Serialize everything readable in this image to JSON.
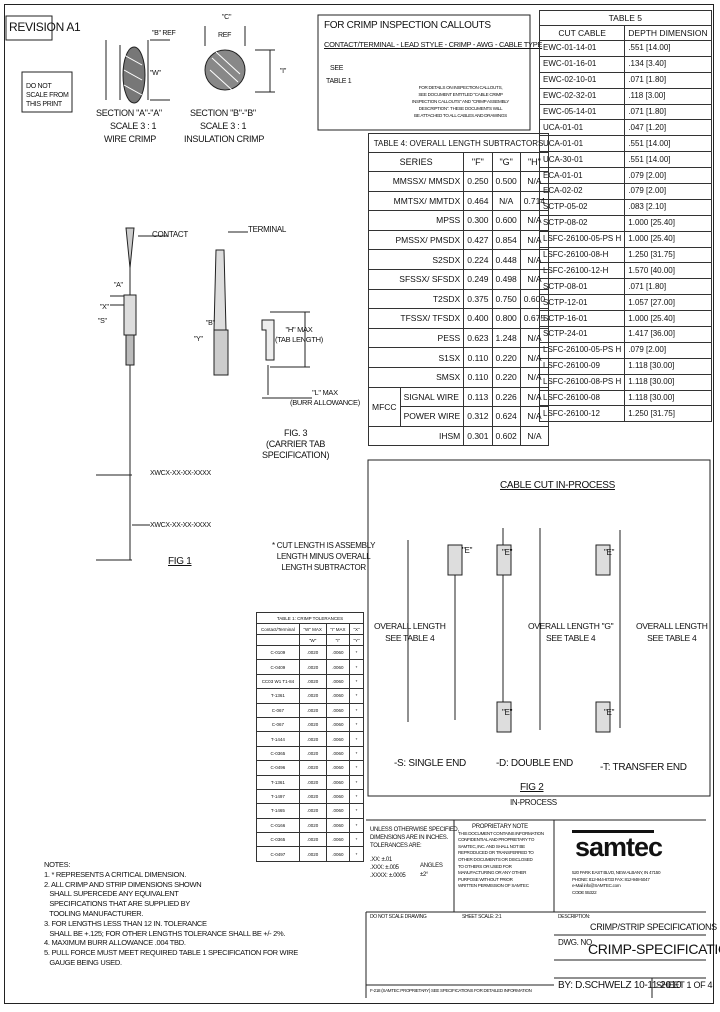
{
  "revision_label": "REVISION A1",
  "do_not_scale": [
    "DO NOT",
    "SCALE FROM",
    "THIS PRINT"
  ],
  "section_a": {
    "ref": "\"B\" REF",
    "w": "\"W\"",
    "title": "SECTION \"A\"-\"A\"",
    "scale": "SCALE 3 : 1",
    "caption": "WIRE CRIMP"
  },
  "section_b": {
    "ref_top": "\"C\"",
    "ref_label": "REF",
    "i": "\"I\"",
    "title": "SECTION \"B\"-\"B\"",
    "scale": "SCALE 3 : 1",
    "caption": "INSULATION CRIMP"
  },
  "callouts": {
    "title": "FOR CRIMP INSPECTION CALLOUTS",
    "format": "CONTACT/TERMINAL - LEAD STYLE - CRIMP - AWG - CABLE TYPE",
    "see": "SEE",
    "table_ref": "TABLE 1",
    "note": [
      "FOR DETAILS ON INSPECTION CALLOUTS,",
      "SEE DOCUMENT ENTITLED \"CABLE CRIMP",
      "INSPECTION CALLOUTS\" AND \"CRIMP ASSEMBLY",
      "DESCRIPTION\". THESE DOCUMENTS WILL",
      "BE ATTACHED TO ALL CABLES AND DRAWINGS"
    ]
  },
  "table5": {
    "title": "TABLE 5",
    "headers": [
      "CUT CABLE",
      "DEPTH DIMENSION"
    ],
    "rows": [
      [
        "EWC-01-14-01",
        ".551 [14.00]"
      ],
      [
        "EWC-01-16-01",
        ".134 [3.40]"
      ],
      [
        "EWC-02-10-01",
        ".071 [1.80]"
      ],
      [
        "EWC-02-32-01",
        ".118 [3.00]"
      ],
      [
        "EWC-05-14-01",
        ".071 [1.80]"
      ],
      [
        "UCA-01-01",
        ".047 [1.20]"
      ],
      [
        "UCA-01-01",
        ".551 [14.00]"
      ],
      [
        "UCA-30-01",
        ".551 [14.00]"
      ],
      [
        "ECA-01-01",
        ".079 [2.00]"
      ],
      [
        "ECA-02-02",
        ".079 [2.00]"
      ],
      [
        "SCTP-05-02",
        ".083 [2.10]"
      ],
      [
        "SCTP-08-02",
        "1.000 [25.40]"
      ],
      [
        "LSFC-26100-05-PS H",
        "1.000 [25.40]"
      ],
      [
        "LSFC-26100-08-H",
        "1.250 [31.75]"
      ],
      [
        "LSFC-26100-12-H",
        "1.570 [40.00]"
      ],
      [
        "SCTP-08-01",
        ".071 [1.80]"
      ],
      [
        "SCTP-12-01",
        "1.057 [27.00]"
      ],
      [
        "SCTP-16-01",
        "1.000 [25.40]"
      ],
      [
        "SCTP-24-01",
        "1.417 [36.00]"
      ],
      [
        "LSFC-26100-05-PS H",
        ".079 [2.00]"
      ],
      [
        "LSFC-26100-09",
        "1.118 [30.00]"
      ],
      [
        "LSFC-26100-08-PS H",
        "1.118 [30.00]"
      ],
      [
        "LSFC-26100-08",
        "1.118 [30.00]"
      ],
      [
        "LSFC-26100-12",
        "1.250 [31.75]"
      ]
    ]
  },
  "table4": {
    "title": "TABLE 4: OVERALL LENGTH SUBTRACTORS",
    "headers": [
      "SERIES",
      "\"F\"",
      "\"G\"",
      "\"H\""
    ],
    "rows": [
      [
        "MMSSX/ MMSDX",
        "0.250",
        "0.500",
        "N/A"
      ],
      [
        "MMTSX/ MMTDX",
        "0.464",
        "N/A",
        "0.714"
      ],
      [
        "MPSS",
        "0.300",
        "0.600",
        "N/A"
      ],
      [
        "PMSSX/ PMSDX",
        "0.427",
        "0.854",
        "N/A"
      ],
      [
        "S2SDX",
        "0.224",
        "0.448",
        "N/A"
      ],
      [
        "SFSSX/ SFSDX",
        "0.249",
        "0.498",
        "N/A"
      ],
      [
        "T2SDX",
        "0.375",
        "0.750",
        "0.600"
      ],
      [
        "TFSSX/ TFSDX",
        "0.400",
        "0.800",
        "0.675"
      ],
      [
        "PESS",
        "0.623",
        "1.248",
        "N/A"
      ],
      [
        "S1SX",
        "0.110",
        "0.220",
        "N/A"
      ],
      [
        "SMSX",
        "0.110",
        "0.220",
        "N/A"
      ]
    ],
    "mfcc_label": "MFCC",
    "mfcc_rows": [
      [
        "SIGNAL WIRE",
        "0.113",
        "0.226",
        "N/A"
      ],
      [
        "POWER WIRE",
        "0.312",
        "0.624",
        "N/A"
      ]
    ],
    "last_row": [
      "IHSM",
      "0.301",
      "0.602",
      "N/A"
    ]
  },
  "fig1": {
    "contact": "CONTACT",
    "terminal": "TERMINAL",
    "a_label": "\"A\"",
    "b_label": "\"B\"",
    "x_label": "\"X\"",
    "s_label": "\"S\"",
    "y_label": "\"Y\"",
    "h_max": [
      "\"H\" MAX",
      "(TAB LENGTH)"
    ],
    "l_max": [
      "\"L\" MAX",
      "(BURR ALLOWANCE)"
    ],
    "fig3": [
      "FIG. 3",
      "(CARRIER TAB",
      "SPECIFICATION)"
    ],
    "part1": "XWCX-XX-XX-XXXX",
    "part2": "XWCX-XX-XX-XXXX",
    "title": "FIG 1"
  },
  "cut_note": [
    "* CUT LENGTH IS ASSEMBLY",
    "LENGTH MINUS OVERALL",
    "LENGTH SUBTRACTOR"
  ],
  "fig2": {
    "title": "CABLE CUT IN-PROCESS",
    "overall_f": [
      "OVERALL LENGTH",
      "SEE TABLE 4"
    ],
    "overall_g": [
      "OVERALL LENGTH \"G\"",
      "SEE TABLE 4"
    ],
    "overall_h": [
      "OVERALL LENGTH",
      "SEE TABLE 4"
    ],
    "e_label": "\"E\"",
    "single": "-S: SINGLE END",
    "double": "-D: DOUBLE END",
    "transfer": "-T: TRANSFER END",
    "fig": "FIG 2",
    "sub": "IN-PROCESS"
  },
  "crimp_table": {
    "title": "TABLE 1: CRIMP TOLERANCES",
    "headers": [
      "Contact/Terminal",
      "\"W\" MAX",
      "\"I\" MAX",
      "\"X\""
    ],
    "sub": [
      "",
      "\"W\"",
      "\"I\"",
      "\"Y\""
    ],
    "rows": [
      [
        "C-0109",
        ".0020",
        ".0060",
        "*"
      ],
      [
        "C-0409",
        ".0020",
        ".0060",
        "*"
      ],
      [
        "CC03 W1 T1-84",
        ".0020",
        ".0060",
        "*"
      ],
      [
        "T-1361",
        ".0020",
        ".0060",
        "*"
      ],
      [
        "C-067",
        ".0020",
        ".0060",
        "*"
      ],
      [
        "C-067",
        ".0020",
        ".0060",
        "*"
      ],
      [
        "T-1444",
        ".0020",
        ".0060",
        "*"
      ],
      [
        "C-0365",
        ".0020",
        ".0060",
        "*"
      ],
      [
        "C-0496",
        ".0020",
        ".0060",
        "*"
      ],
      [
        "T-1361",
        ".0020",
        ".0060",
        "*"
      ],
      [
        "T-1497",
        ".0020",
        ".0060",
        "*"
      ],
      [
        "T-1465",
        ".0020",
        ".0060",
        "*"
      ],
      [
        "C-0166",
        ".0020",
        ".0060",
        "*"
      ],
      [
        "C-0365",
        ".0020",
        ".0060",
        "*"
      ],
      [
        "C-0497",
        ".0020",
        ".0060",
        "*"
      ]
    ]
  },
  "notes": {
    "heading": "NOTES:",
    "lines": [
      "1. * REPRESENTS A CRITICAL DIMENSION.",
      "2. ALL CRIMP AND STRIP DIMENSIONS SHOWN",
      "   SHALL SUPERCEDE ANY EQUIVALENT",
      "   SPECIFICATIONS THAT ARE SUPPLIED BY",
      "   TOOLING MANUFACTURER.",
      "3. FOR LENGTHS LESS THAN 12 IN. TOLERANCE",
      "   SHALL BE +.125; FOR OTHER LENGTHS TOLERANCE SHALL BE +/- 2%.",
      "4. MAXIMUM BURR ALLOWANCE .004 TBD.",
      "5. PULL FORCE MUST MEET REQUIRED TABLE 1 SPECIFICATION FOR WIRE",
      "   GAUGE BEING USED."
    ]
  },
  "tolerances": {
    "lines": [
      "UNLESS OTHERWISE SPECIFIED,",
      "DIMENSIONS ARE IN INCHES.",
      "TOLERANCES ARE:"
    ],
    "angles": "ANGLES",
    "angle_val": "±2°",
    "decimals": [
      ".XX: ±.01",
      ".XXX: ±.005",
      ".XXXX: ±.0005"
    ]
  },
  "proprietary": {
    "title": "PROPRIETARY NOTE",
    "lines": [
      "THIS DOCUMENT CONTAINS INFORMATION",
      "CONFIDENTIAL AND PROPRIETARY TO",
      "SAMTEC, INC. AND SHALL NOT BE",
      "REPRODUCED OR TRANSFERRED TO",
      "OTHER DOCUMENTS OR DISCLOSED",
      "TO OTHERS OR USED FOR",
      "MANUFACTURING OR ANY OTHER",
      "PURPOSE WITHOUT PRIOR",
      "WRITTEN PERMISSION OF SAMTEC"
    ]
  },
  "samtec": {
    "logo": "samtec",
    "address": [
      "520 PARK EAST BLVD, NEW ALBANY, IN 47150",
      "PHONE: 812-944-6733   FAX: 812-948-5047",
      "e-Mail info@SAMTEC.com",
      "CODE 55322"
    ]
  },
  "footer": {
    "do_not_scale": "DO NOT SCALE DRAWING",
    "sheet_scale": "SHEET SCALE: 2:1",
    "description_label": "DESCRIPTION:",
    "description": "CRIMP/STRIP SPECIFICATIONS",
    "dwg_label": "DWG. NO.",
    "dwg": "CRIMP-SPECIFICATIONS",
    "by": "BY:  D.SCHWELZ 10-11-2010",
    "sheet": "SHEET 1 OF 4",
    "disclaimer": "F-218 (SAMTEC PROPRIETARY) SEE SPECIFICATIONS FOR DETAILED INFORMATION"
  }
}
